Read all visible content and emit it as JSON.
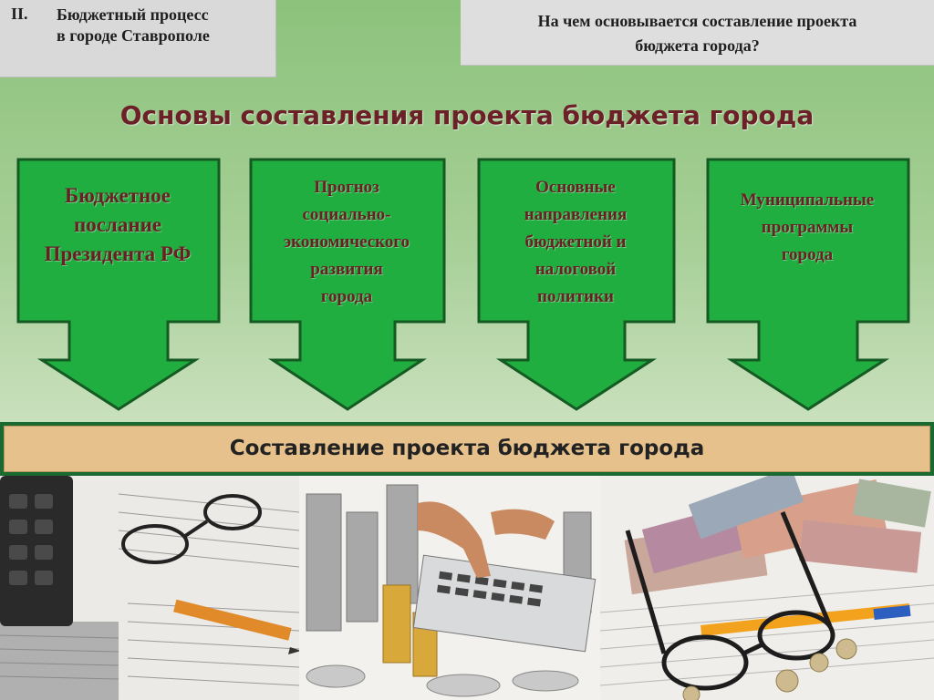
{
  "header": {
    "section_number": "II.",
    "section_title_line1": "Бюджетный процесс",
    "section_title_line2": "в городе Ставрополе",
    "question_line1": "На чем основывается составление проекта",
    "question_line2": "бюджета города?"
  },
  "main_title": "Основы составления проекта бюджета города",
  "sources": [
    {
      "lines": [
        "Бюджетное",
        "послание",
        "Президента РФ"
      ]
    },
    {
      "lines": [
        "Прогноз",
        "социально-",
        "экономического",
        "развития",
        "города"
      ]
    },
    {
      "lines": [
        "Основные",
        "направления",
        "бюджетной и",
        "налоговой",
        "политики"
      ]
    },
    {
      "lines": [
        "Муниципальные",
        "программы",
        "города"
      ]
    }
  ],
  "result_label": "Составление проекта бюджета города",
  "colors": {
    "box_fill": "#1fae3f",
    "box_border": "#145a22",
    "title_text": "#6b2127",
    "result_bg": "#e6c18c"
  },
  "photos": [
    {
      "icon": "calculator-glasses-spreadsheet-photo"
    },
    {
      "icon": "coins-calculator-photo"
    },
    {
      "icon": "banknotes-glasses-pen-photo"
    }
  ]
}
